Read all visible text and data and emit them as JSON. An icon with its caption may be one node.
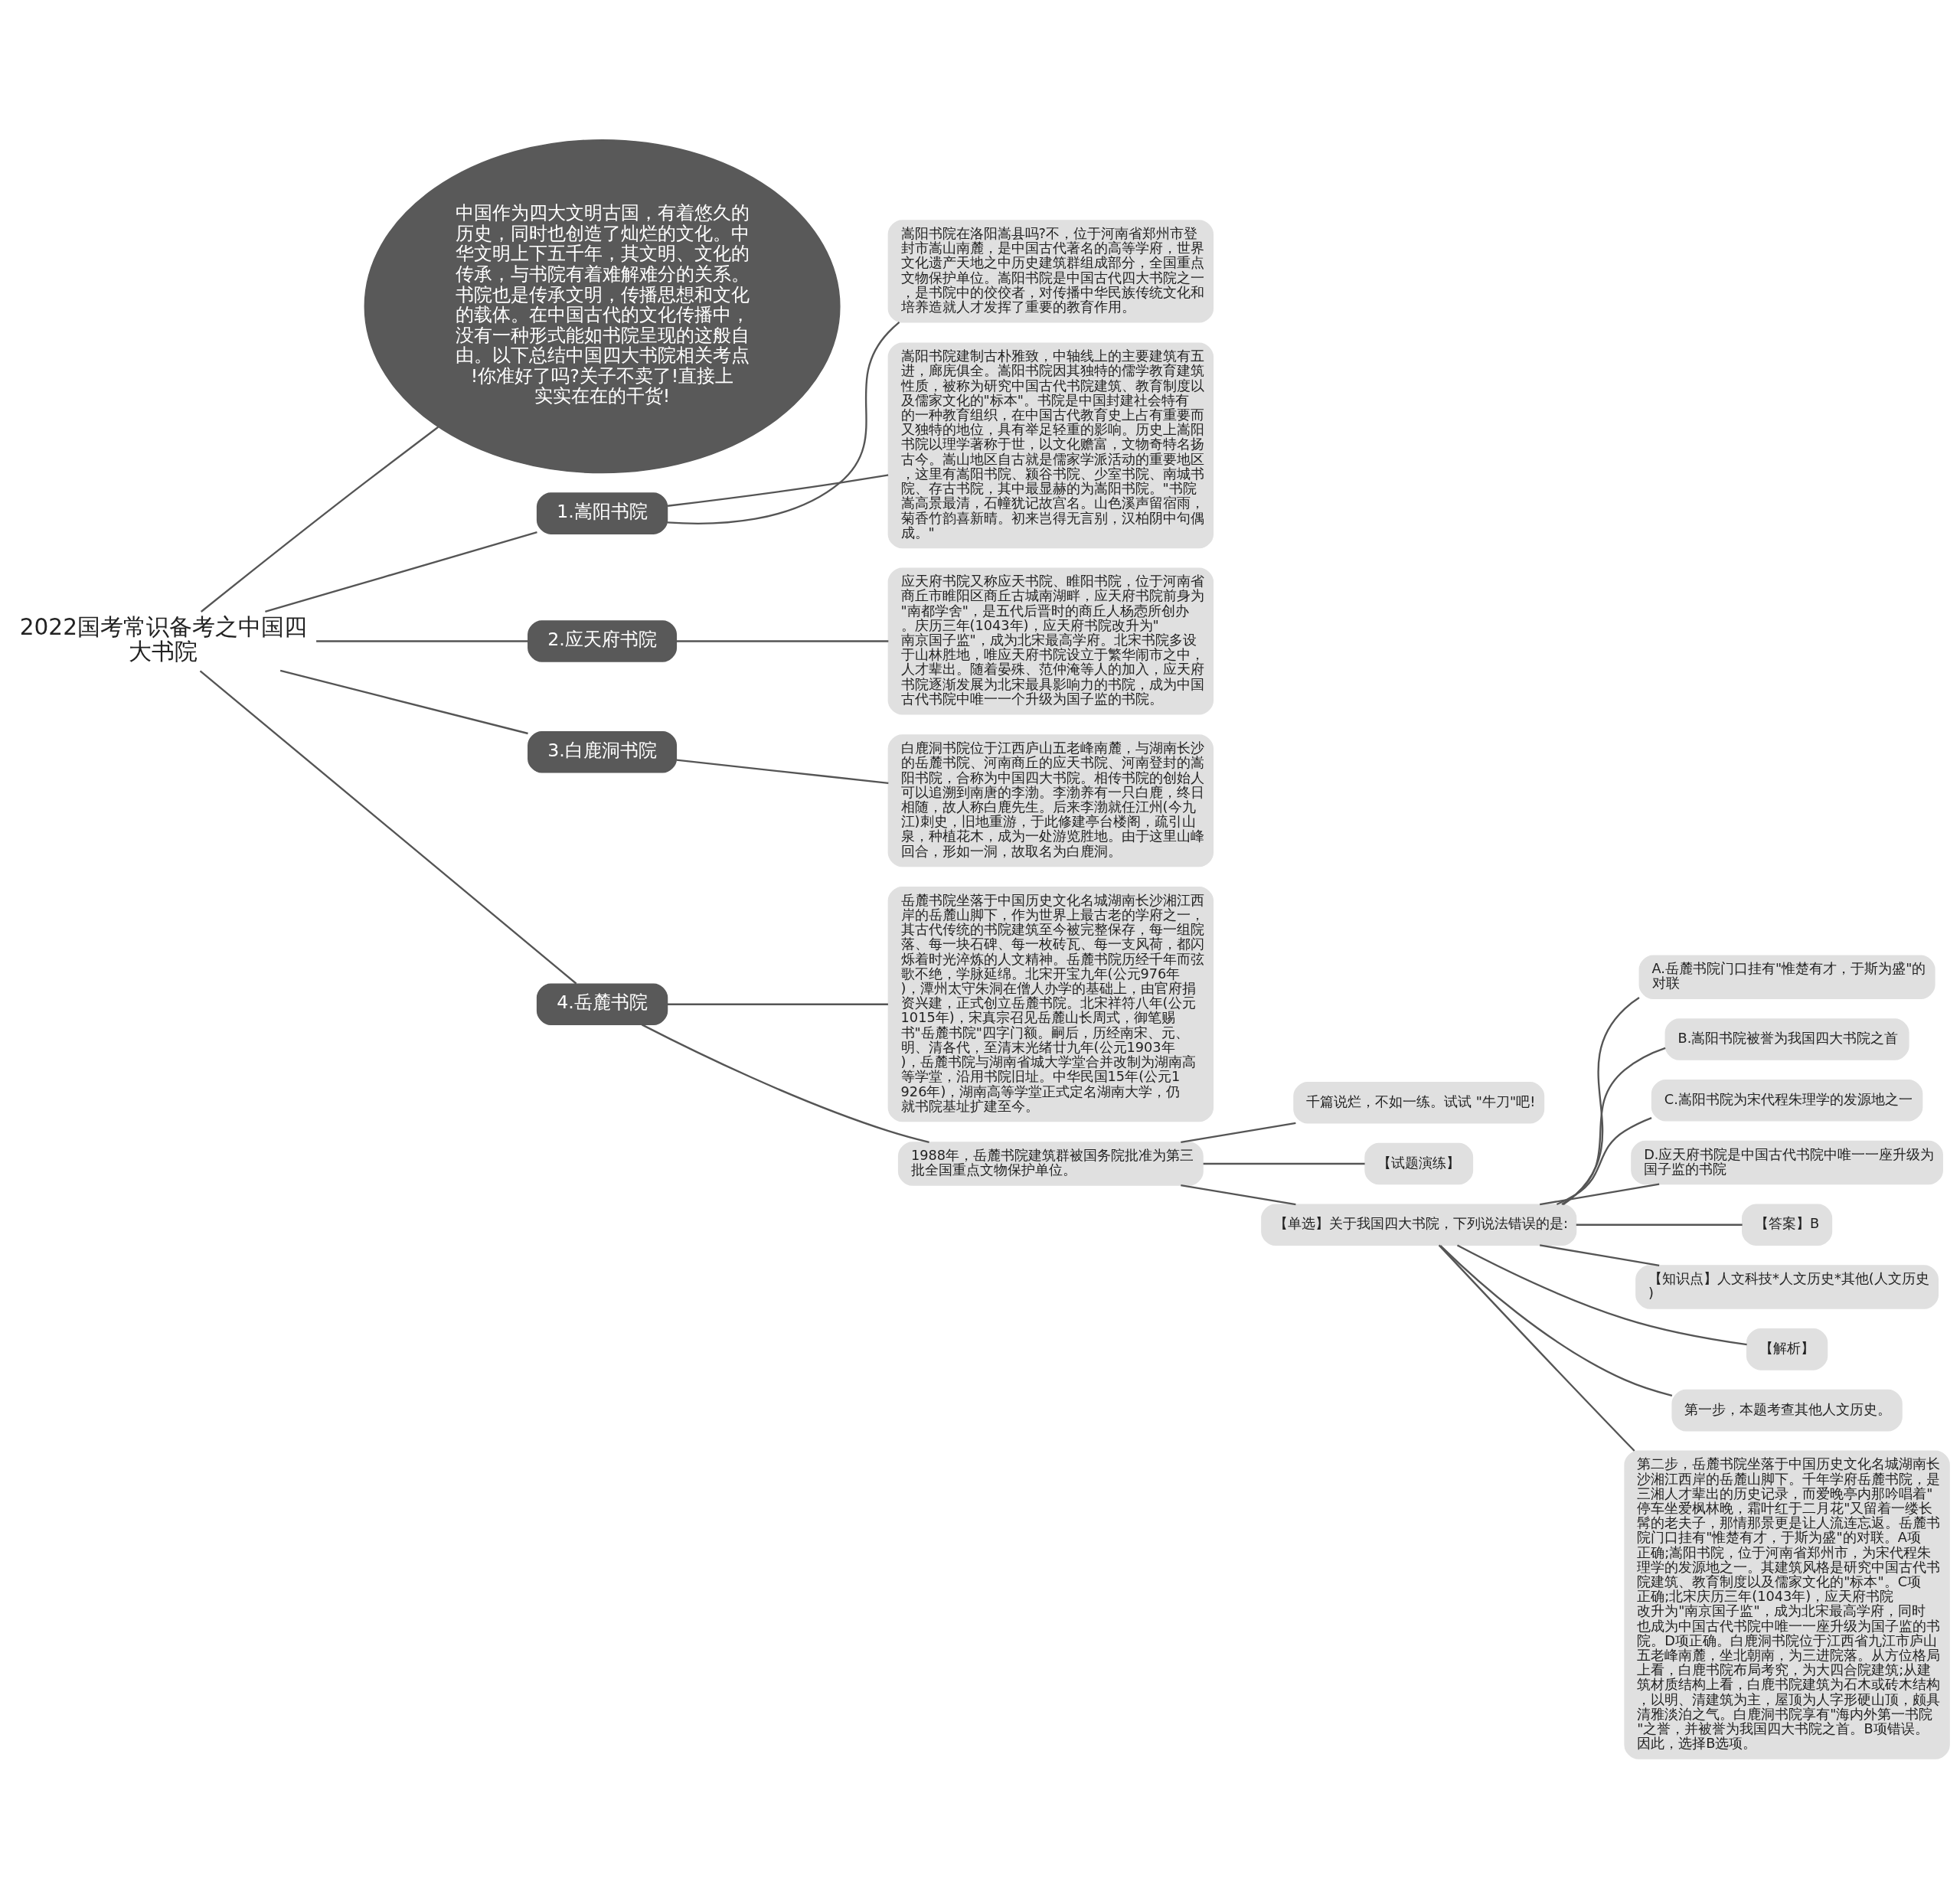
{
  "diagram": {
    "nodes": [
      {
        "text": [
          "2022国考常识备考之中国四大书院"
        ]
      },
      {
        "text": [
          "中国作为四大文明古国，有着悠久的历史，同时也创造了灿烂的文化。中华文明上下五千年，其文明、文化的传承，与书院有着难解难分的关系。书院也是传承文明，传播思想和文化的载体。在中国古代的文化传播中，没有一种形式能如书院呈现的这般自由。以下总结中国四大书院相关考点!你准好了吗?关子不卖了!直接上实实在在的干货!"
        ]
      },
      {
        "text": [
          "1.嵩阳书院"
        ]
      },
      {
        "text": [
          "嵩阳书院在洛阳嵩县吗?不，位于河南省郑州市登封市嵩山南麓，是中国古代著名的高等学府，世界文化遗产天地之中历史建筑群组成部分，全国重点文物保护单位。嵩阳书院是中国古代四大书院之一，是书院中的佼佼者，对传播中华民族传统文化和培养造就人才发挥了重要的教育作用。"
        ]
      },
      {
        "text": [
          "嵩阳书院建制古朴雅致，中轴线上的主要建筑有五进，廊庑俱全。嵩阳书院因其独特的儒学教育建筑性质，被称为研究中国古代书院建筑、教育制度以及儒家文化的\"标本\"。书院是中国封建社会特有的一种教育组织，在中国古代教育史上占有重要而又独特的地位，具有举足轻重的影响。历史上嵩阳书院以理学著称于世，以文化赡富，文物奇特名扬古今。嵩山地区自古就是儒家学派活动的重要地区，这里有嵩阳书院、颍谷书院、少室书院、南城书院、存古书院，其中最显赫的为嵩阳书院。\"书院嵩高景最清，石幢犹记故宫名。山色溪声留宿雨，菊香竹韵喜新晴。初来岂得无言别，汉柏阴中句偶成。\""
        ]
      },
      {
        "text": [
          "2.应天府书院"
        ]
      },
      {
        "text": [
          "应天府书院又称应天书院、睢阳书院，位于河南省商丘市睢阳区商丘古城南湖畔，应天府书院前身为\"南都学舍\"，是五代后晋时的商丘人杨悫所创办。庆历三年(1043年)，应天府书院改升为\"南京国子监\"，成为北宋最高学府。北宋书院多设于山林胜地，唯应天府书院设立于繁华闹市之中，人才辈出。随着晏殊、范仲淹等人的加入，应天府书院逐渐发展为北宋最具影响力的书院，成为中国古代书院中唯一一个升级为国子监的书院。"
        ]
      },
      {
        "text": [
          "3.白鹿洞书院"
        ]
      },
      {
        "text": [
          "白鹿洞书院位于江西庐山五老峰南麓，与湖南长沙的岳麓书院、河南商丘的应天书院、河南登封的嵩阳书院，合称为中国四大书院。相传书院的创始人可以追溯到南唐的李渤。李渤养有一只白鹿，终日相随，故人称白鹿先生。后来李渤就任江州(今九江)刺史，旧地重游，于此修建亭台楼阁，疏引山泉，种植花木，成为一处游览胜地。由于这里山峰回合，形如一洞，故取名为白鹿洞。"
        ]
      },
      {
        "text": [
          "4.岳麓书院"
        ]
      },
      {
        "text": [
          "岳麓书院坐落于中国历史文化名城湖南长沙湘江西岸的岳麓山脚下，作为世界上最古老的学府之一，其古代传统的书院建筑至今被完整保存，每一组院落、每一块石碑、每一枚砖瓦、每一支风荷，都闪烁着时光淬炼的人文精神。岳麓书院历经千年而弦歌不绝，学脉延绵。北宋开宝九年(公元976年)，潭州太守朱洞在僧人办学的基础上，由官府捐资兴建，正式创立岳麓书院。北宋祥符八年(公元1015年)，宋真宗召见岳麓山长周式，御笔赐书\"岳麓书院\"四字门额。嗣后，历经南宋、元、明、清各代，至清末光绪廿九年(公元1903年)，岳麓书院与湖南省城大学堂合并改制为湖南高等学堂，沿用书院旧址。中华民国15年(公元1926年)，湖南高等学堂正式定名湖南大学，仍就书院基址扩建至今。"
        ]
      },
      {
        "text": [
          "1988年，岳麓书院建筑群被国务院批准为第三批全国重点文物保护单位。"
        ]
      },
      {
        "text": [
          "千篇说烂，不如一练。试试 \"牛刀\"吧!"
        ]
      },
      {
        "text": [
          "【试题演练】"
        ]
      },
      {
        "text": [
          "【单选】关于我国四大书院，下列说法错误的是:"
        ]
      },
      {
        "text": [
          "A.岳麓书院门口挂有\"惟楚有才，于斯为盛\"的对联"
        ]
      },
      {
        "text": [
          "B.嵩阳书院被誉为我国四大书院之首"
        ]
      },
      {
        "text": [
          "C.嵩阳书院为宋代程朱理学的发源地之一"
        ]
      },
      {
        "text": [
          "D.应天府书院是中国古代书院中唯一一座升级为国子监的书院"
        ]
      },
      {
        "text": [
          "【答案】B"
        ]
      },
      {
        "text": [
          "【知识点】人文科技*人文历史*其他(人文历史)"
        ]
      },
      {
        "text": [
          "【解析】"
        ]
      },
      {
        "text": [
          "第一步，本题考查其他人文历史。"
        ]
      },
      {
        "text": [
          "第二步，岳麓书院坐落于中国历史文化名城湖南长沙湘江西岸的岳麓山脚下。千年学府岳麓书院，是三湘人才辈出的历史记录，而爱晚亭内那吟唱着\"停车坐爱枫林晚，霜叶红于二月花\"又留着一缕长髯的老夫子，那情那景更是让人流连忘返。岳麓书院门口挂有\"惟楚有才，于斯为盛\"的对联。A项正确;嵩阳书院，位于河南省郑州市，为宋代程朱理学的发源地之一。其建筑风格是研究中国古代书院建筑、教育制度以及儒家文化的\"标本\"。C项正确;北宋庆历三年(1043年)，应天府书院改升为\"南京国子监\"，成为北宋最高学府，同时也成为中国古代书院中唯一一座升级为国子监的书院。D项正确。白鹿洞书院位于江西省九江市庐山五老峰南麓，坐北朝南，为三进院落。从方位格局上看，白鹿书院布局考究，为大四合院建筑;从建筑材质结构上看，白鹿书院建筑为石木或砖木结构，以明、清建筑为主，屋顶为人字形硬山顶，颇具清雅淡泊之气。白鹿洞书院享有\"海内外第一书院\"之誉，并被誉为我国四大书院之首。B项错误。因此，选择B选项。"
        ]
      }
    ],
    "edges": [
      {
        "from": 0,
        "to": 1,
        "arrow": "none"
      },
      {
        "from": 0,
        "to": 2,
        "arrow": "none"
      },
      {
        "from": 2,
        "to": 3,
        "arrow": "none"
      },
      {
        "from": 2,
        "to": 4,
        "arrow": "none"
      },
      {
        "from": 0,
        "to": 5,
        "arrow": "none"
      },
      {
        "from": 5,
        "to": 6,
        "arrow": "none"
      },
      {
        "from": 0,
        "to": 7,
        "arrow": "none"
      },
      {
        "from": 7,
        "to": 8,
        "arrow": "none"
      },
      {
        "from": 0,
        "to": 9,
        "arrow": "none"
      },
      {
        "from": 9,
        "to": 10,
        "arrow": "none"
      },
      {
        "from": 9,
        "to": 11,
        "arrow": "none"
      },
      {
        "from": 11,
        "to": 12,
        "arrow": "none"
      },
      {
        "from": 11,
        "to": 13,
        "arrow": "none"
      },
      {
        "from": 11,
        "to": 14,
        "arrow": "none"
      },
      {
        "from": 14,
        "to": 15,
        "arrow": "none"
      },
      {
        "from": 14,
        "to": 16,
        "arrow": "none"
      },
      {
        "from": 14,
        "to": 17,
        "arrow": "none"
      },
      {
        "from": 14,
        "to": 18,
        "arrow": "none"
      },
      {
        "from": 14,
        "to": 19,
        "arrow": "none"
      },
      {
        "from": 14,
        "to": 20,
        "arrow": "none"
      },
      {
        "from": 14,
        "to": 21,
        "arrow": "none"
      },
      {
        "from": 14,
        "to": 22,
        "arrow": "none"
      },
      {
        "from": 14,
        "to": 23,
        "arrow": "none"
      }
    ]
  }
}
